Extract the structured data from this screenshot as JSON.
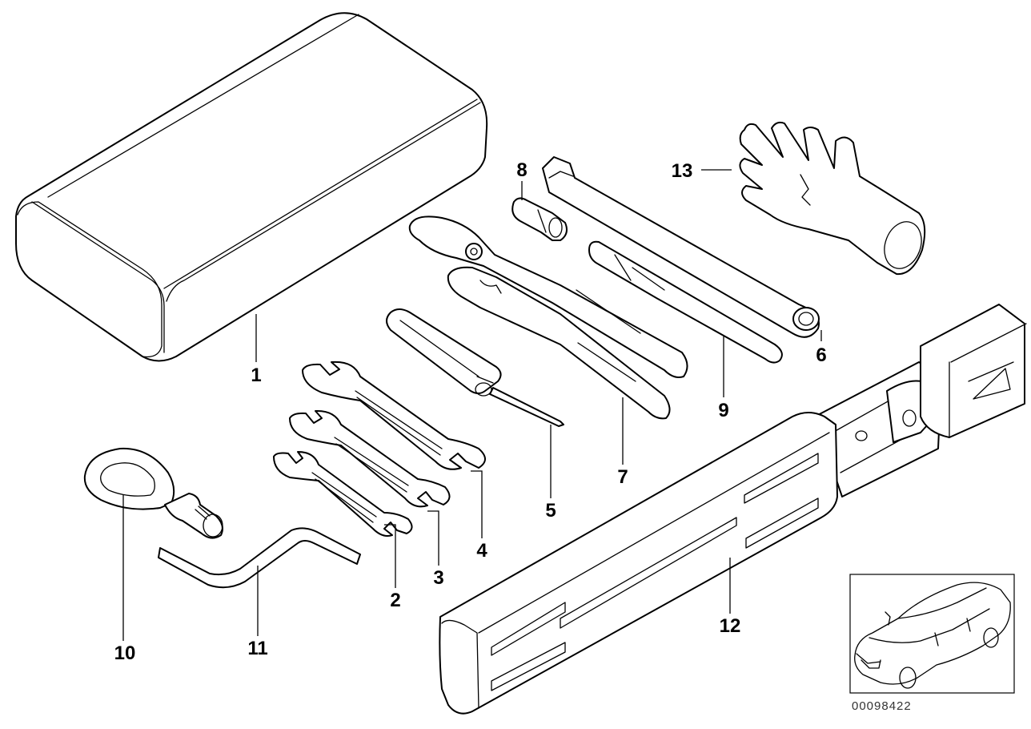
{
  "diagram": {
    "type": "exploded parts diagram",
    "reference_number": "00098422",
    "callouts": [
      {
        "id": "1",
        "label": "1"
      },
      {
        "id": "2",
        "label": "2"
      },
      {
        "id": "3",
        "label": "3"
      },
      {
        "id": "4",
        "label": "4"
      },
      {
        "id": "5",
        "label": "5"
      },
      {
        "id": "6",
        "label": "6"
      },
      {
        "id": "7",
        "label": "7"
      },
      {
        "id": "8",
        "label": "8"
      },
      {
        "id": "9",
        "label": "9"
      },
      {
        "id": "10",
        "label": "10"
      },
      {
        "id": "11",
        "label": "11"
      },
      {
        "id": "12",
        "label": "12"
      },
      {
        "id": "13",
        "label": "13"
      }
    ]
  }
}
